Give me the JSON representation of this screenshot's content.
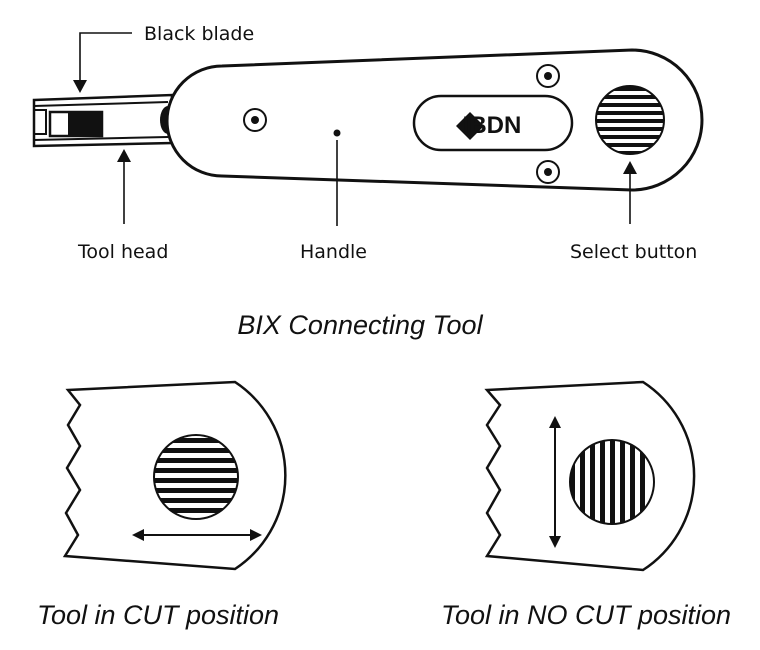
{
  "callouts": {
    "black_blade": "Black blade",
    "tool_head": "Tool head",
    "handle": "Handle",
    "select_button": "Select button"
  },
  "logo": "IBDN",
  "title": "BIX Connecting Tool",
  "captions": {
    "cut": "Tool in CUT position",
    "no_cut": "Tool in NO CUT position"
  },
  "colors": {
    "ink": "#111111",
    "paper": "#ffffff"
  }
}
